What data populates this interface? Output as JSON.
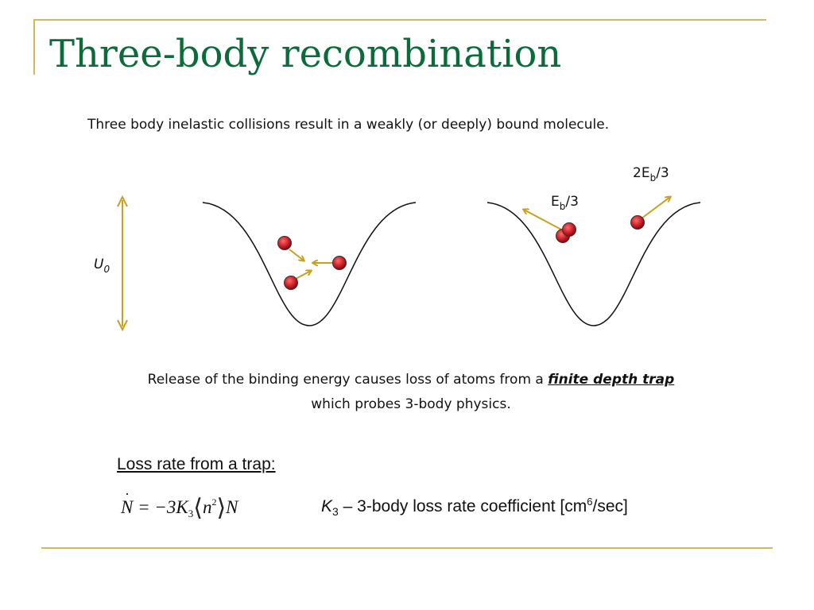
{
  "slide": {
    "title": "Three-body recombination",
    "intro": "Three body inelastic collisions result in a weakly (or deeply) bound molecule.",
    "diagram": {
      "depth_label": "U",
      "depth_sub": "0",
      "label_left": {
        "main": "E",
        "sub": "b",
        "tail": "/3"
      },
      "label_right": {
        "main": "2E",
        "sub": "b",
        "tail": "/3"
      },
      "atom_color": "#cc1f2a",
      "arrow_color": "#c9a020",
      "curve_color": "#111111"
    },
    "release": {
      "line1_prefix": "Release of the binding energy causes loss of atoms from a ",
      "line1_emph": "finite depth trap",
      "line2": "which probes 3-body physics."
    },
    "loss": {
      "heading": "Loss rate from a trap:",
      "formula": {
        "lhs": "N",
        "eq": " = −3K",
        "k_sub": "3",
        "langle": "⟨",
        "n": "n",
        "n_sup": "2",
        "rangle": "⟩",
        "rhs": "N"
      },
      "coef": {
        "k": "K",
        "k_sub": "3",
        "text": " – 3-body loss rate coefficient [cm",
        "unit_sup": "6",
        "tail": "/sec]"
      }
    },
    "colors": {
      "title": "#0b6b3a",
      "rule": "#d4b95a"
    }
  }
}
